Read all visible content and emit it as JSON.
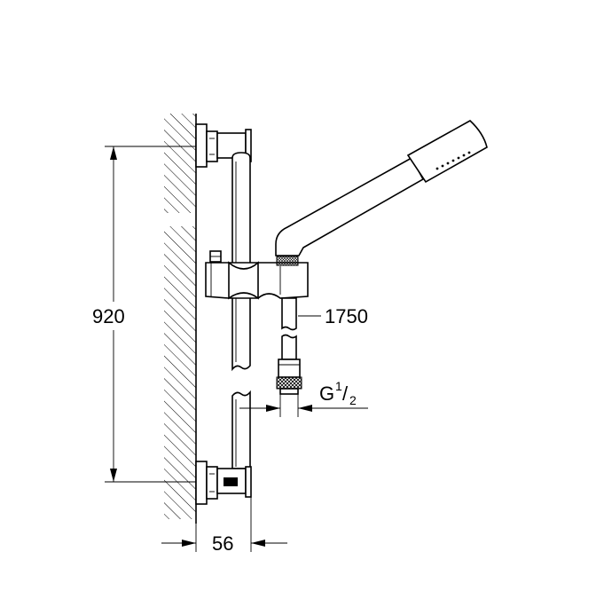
{
  "dimensions": {
    "height": "920",
    "hose_length": "1750",
    "connection_main": "G",
    "connection_num": "1",
    "connection_den": "2",
    "depth": "56"
  }
}
